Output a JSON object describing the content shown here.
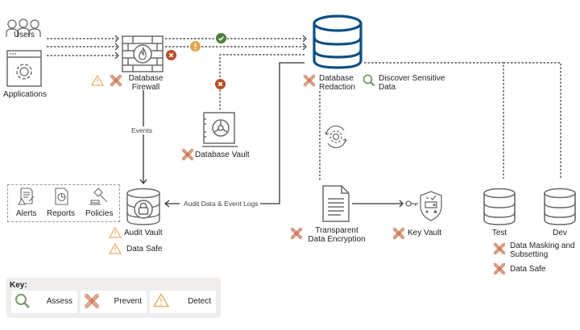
{
  "colors": {
    "prevent": "#c8704e",
    "detect": "#e4b770",
    "assess": "#7a9a6a",
    "db_blue": "#0e4f84",
    "icon_gray": "#6b6b6b",
    "block_red": "#b5502a",
    "ok_green": "#4d7d3a",
    "warn_amber": "#e0a94c"
  },
  "sources": {
    "users": "Users",
    "applications": "Applications"
  },
  "firewall": {
    "label_line1": "Database",
    "label_line2": "Firewall",
    "events_label": "Events"
  },
  "production_db": {
    "redaction_line1": "Database",
    "redaction_line2": "Redaction",
    "discover_line1": "Discover Sensitive",
    "discover_line2": "Data"
  },
  "database_vault": {
    "label": "Database Vault"
  },
  "tools": {
    "items": [
      {
        "icon": "alerts-document-icon",
        "label": "Alerts"
      },
      {
        "icon": "reports-chart-icon",
        "label": "Reports"
      },
      {
        "icon": "policies-gavel-icon",
        "label": "Policies"
      }
    ]
  },
  "audit": {
    "arrow_label": "Audit Data & Event Logs",
    "audit_vault": "Audit Vault",
    "data_safe": "Data Safe"
  },
  "encryption": {
    "tde_line1": "Transparent",
    "tde_line2": "Data Encryption",
    "key_vault": "Key Vault"
  },
  "nonprod": {
    "test": "Test",
    "dev": "Dev",
    "masking_line1": "Data Masking and",
    "masking_line2": "Subsetting",
    "data_safe": "Data Safe"
  },
  "key": {
    "title": "Key:",
    "items": [
      {
        "icon": "assess-magnifier-icon",
        "label": "Assess"
      },
      {
        "icon": "prevent-cross-icon",
        "label": "Prevent"
      },
      {
        "icon": "detect-warning-icon",
        "label": "Detect"
      }
    ]
  }
}
